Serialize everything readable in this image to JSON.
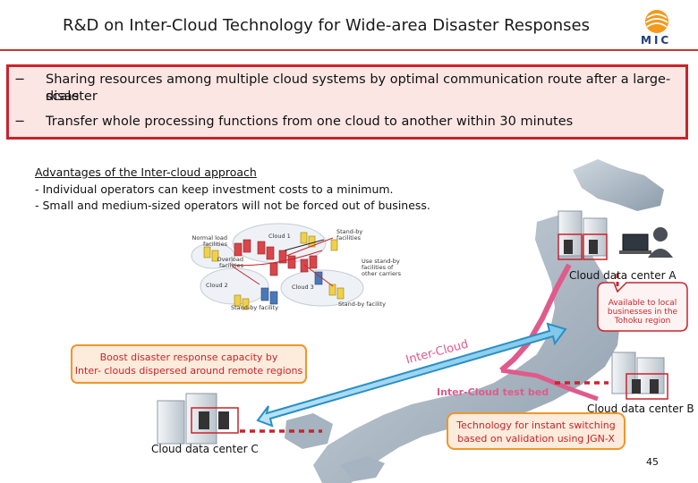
{
  "header": {
    "title": "R&D on Inter-Cloud Technology for Wide-area Disaster Responses",
    "logo_text": "MIC"
  },
  "summary": {
    "items": [
      "Sharing resources among multiple cloud systems by optimal communication route after a large-scale",
      "disaster",
      "Transfer whole processing functions from one cloud to another within 30 minutes"
    ],
    "dash": "−"
  },
  "advantages": {
    "title": "Advantages of the Inter-cloud approach",
    "lines": [
      "- Individual operators can keep investment costs to a minimum.",
      "- Small and medium-sized operators will not be forced out of business."
    ]
  },
  "inset": {
    "normal_load": "Normal load facilities",
    "overload": "Overload facilities",
    "standby_top": "Stand-by facilities",
    "use_standby": "Use stand-by facilities of other carriers",
    "standby_bottom_left": "Stand-by facility",
    "standby_bottom_right": "Stand-by facility",
    "cloud1": "Cloud 1",
    "cloud2": "Cloud 2",
    "cloud3": "Cloud 3"
  },
  "boost_box": {
    "line1": "Boost disaster response capacity by",
    "line2": "Inter- clouds dispersed around remote regions"
  },
  "map": {
    "dc_a": "Cloud data center A",
    "dc_b": "Cloud data center B",
    "dc_c": "Cloud data center C",
    "tohoku_line1": "Available to local",
    "tohoku_line2": "businesses in the",
    "tohoku_line3": "Tohoku region",
    "inter_cloud": "Inter-Cloud",
    "testbed": "Inter-Cloud test bed",
    "tech_line1": "Technology for instant switching",
    "tech_line2": "based on validation using JGN-X"
  },
  "page_number": "45",
  "colors": {
    "accent_red": "#c9242b",
    "link_blue": "#3aa7d8",
    "pink": "#e05a8c",
    "orange": "#f0962a"
  }
}
